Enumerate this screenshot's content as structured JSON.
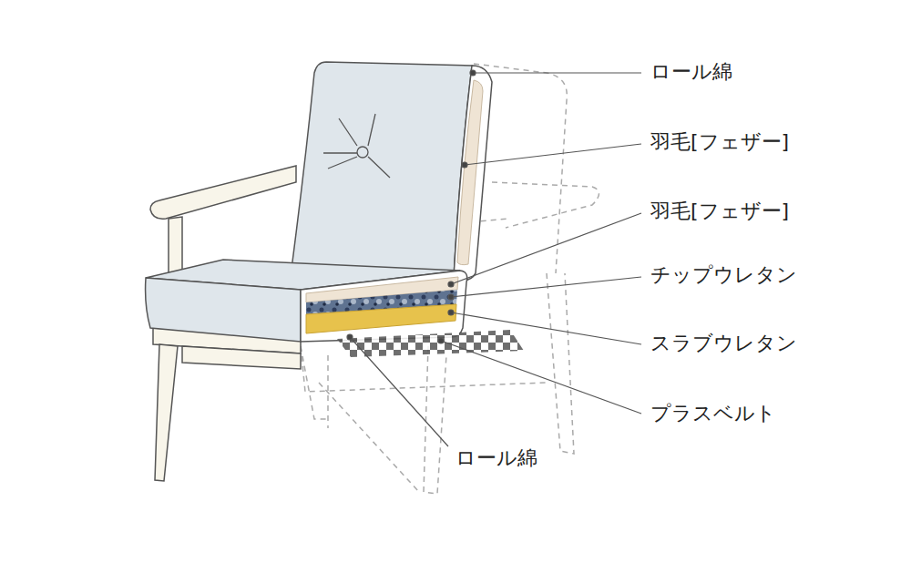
{
  "diagram": {
    "labels": [
      "ロール綿",
      "羽毛[フェザー]",
      "羽毛[フェザー]",
      "チップウレタン",
      "スラブウレタン",
      "プラスベルト",
      "ロール綿"
    ]
  }
}
